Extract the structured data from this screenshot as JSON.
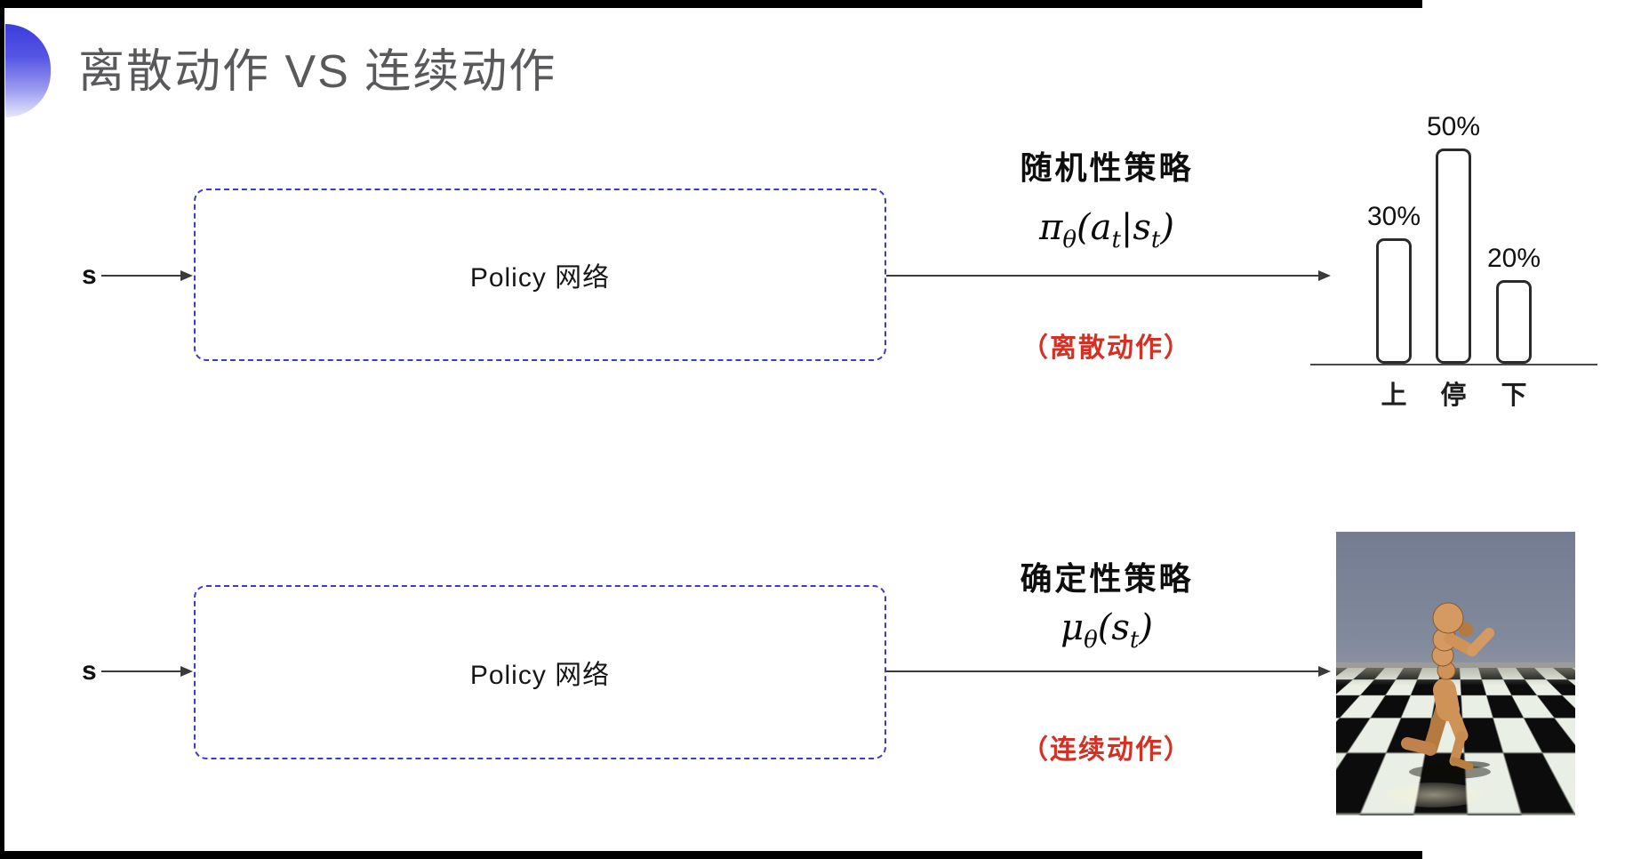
{
  "title": "离散动作 VS 连续动作",
  "rows": [
    {
      "input_label": "s",
      "box_label": "Policy 网络",
      "policy_type": "随机性策略",
      "formula": {
        "symbol": "π",
        "sub": "θ",
        "arg1": "(a",
        "arg1_sub": "t",
        "sep": "|",
        "arg2": "s",
        "arg2_sub": "t",
        "close": ")"
      },
      "action_note": "（离散动作）"
    },
    {
      "input_label": "s",
      "box_label": "Policy 网络",
      "policy_type": "确定性策略",
      "formula": {
        "symbol": "μ",
        "sub": "θ",
        "arg1": "(s",
        "arg1_sub": "t",
        "close": ")"
      },
      "action_note": "（连续动作）"
    }
  ],
  "chart_data": {
    "type": "bar",
    "categories": [
      "上",
      "停",
      "下"
    ],
    "values": [
      30,
      50,
      20
    ],
    "value_labels": [
      "30%",
      "50%",
      "20%"
    ],
    "title": "",
    "xlabel": "",
    "ylabel": "",
    "ylim": [
      0,
      60
    ],
    "grid": false,
    "bar_style": "outlined-rounded"
  },
  "simulation": {
    "label": "humanoid-robot-on-checkerboard"
  },
  "colors": {
    "title_gray": "#59595c",
    "accent_blue": "#3c3cdd",
    "box_dash_blue": "#3a3ace",
    "note_red": "#d43024",
    "line_dark": "#3a3a3a",
    "sky": "#7b8296",
    "floor_light": "#e9efe4",
    "floor_dark": "#0c0c0c",
    "robot_tan": "#cf9257"
  }
}
